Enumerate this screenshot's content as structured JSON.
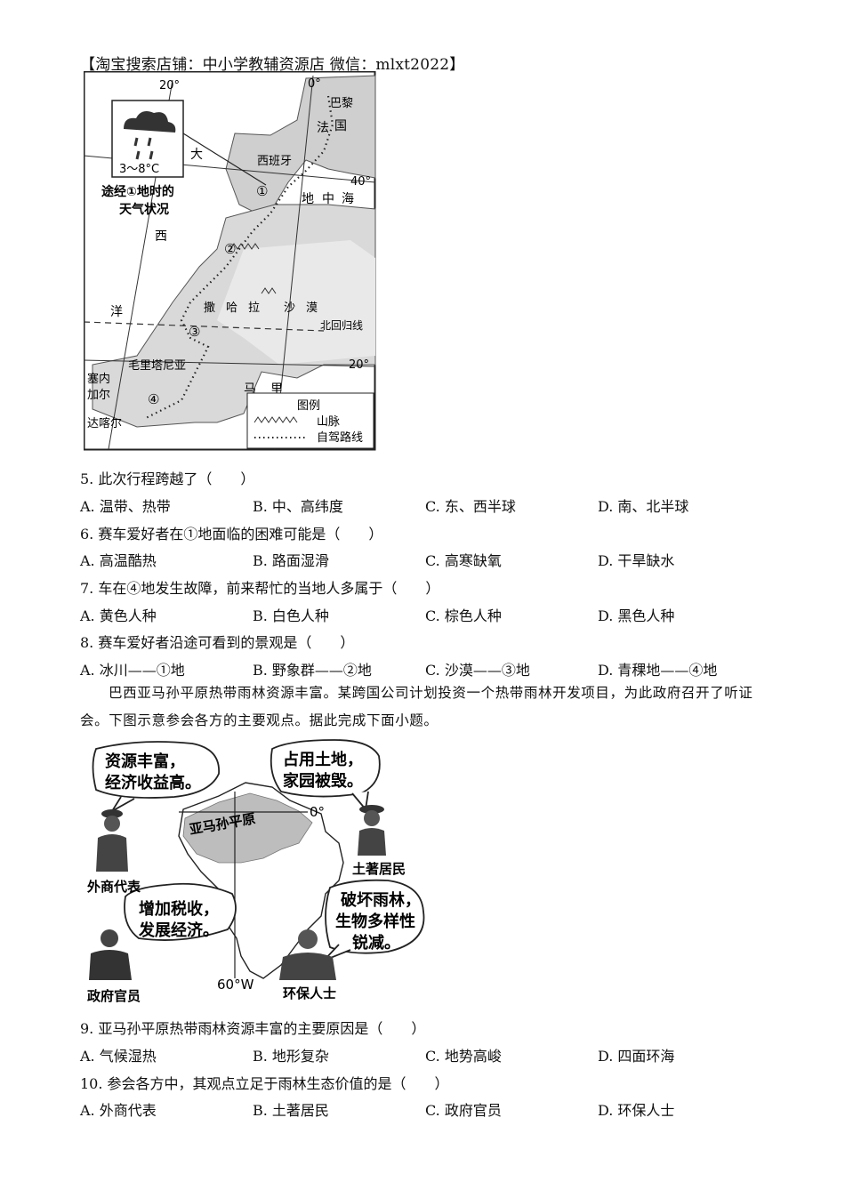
{
  "header": "【淘宝搜索店铺：中小学教辅资源店  微信：mlxt2022】",
  "map1": {
    "lon_labels": [
      "20°",
      "0°",
      "40°",
      "20°"
    ],
    "weather_temp": "3～8°C",
    "weather_caption_line1": "途经①地时的",
    "weather_caption_line2": "天气状况",
    "ocean_chars": [
      "大",
      "西",
      "洋"
    ],
    "places": {
      "paris": "巴黎",
      "france_1": "法",
      "france_2": "国",
      "spain": "西班牙",
      "mediterranean_1": "地",
      "mediterranean_2": "中",
      "mediterranean_3": "海",
      "sahara": [
        "撒",
        "哈",
        "拉",
        "沙",
        "漠"
      ],
      "tropic": "北回归线",
      "mauritania": "毛里塔尼亚",
      "senegal_1": "塞内",
      "senegal_2": "加尔",
      "dakar": "达喀尔",
      "mali_1": "马",
      "mali_2": "里"
    },
    "markers": [
      "①",
      "②",
      "③",
      "④"
    ],
    "legend_title": "图例",
    "legend_mountain": "山脉",
    "legend_route": "自驾路线"
  },
  "questions": [
    {
      "stem": "5. 此次行程跨越了（　　）",
      "options": [
        "A. 温带、热带",
        "B. 中、高纬度",
        "C. 东、西半球",
        "D. 南、北半球"
      ]
    },
    {
      "stem": "6. 赛车爱好者在①地面临的困难可能是（　　）",
      "options": [
        "A. 高温酷热",
        "B. 路面湿滑",
        "C. 高寒缺氧",
        "D. 干旱缺水"
      ]
    },
    {
      "stem": "7. 车在④地发生故障，前来帮忙的当地人多属于（　　）",
      "options": [
        "A. 黄色人种",
        "B. 白色人种",
        "C. 棕色人种",
        "D. 黑色人种"
      ]
    },
    {
      "stem": "8. 赛车爱好者沿途可看到的景观是（　　）",
      "options": [
        "A. 冰川——①地",
        "B. 野象群——②地",
        "C. 沙漠——③地",
        "D. 青稞地——④地"
      ]
    }
  ],
  "intro": "巴西亚马孙平原热带雨林资源丰富。某跨国公司计划投资一个热带雨林开发项目，为此政府召开了听证会。下图示意参会各方的主要观点。据此完成下面小题。",
  "map2": {
    "bubble_foreign_1": "资源丰富，",
    "bubble_foreign_2": "经济收益高。",
    "bubble_native_1": "占用土地，",
    "bubble_native_2": "家园被毁。",
    "bubble_gov_1": "增加税收，",
    "bubble_gov_2": "发展经济。",
    "bubble_env_1": "破坏雨林，",
    "bubble_env_2": "生物多样性",
    "bubble_env_3": "锐减。",
    "plain": "亚马孙平原",
    "equator": "0°",
    "meridian": "60°W",
    "label_foreign": "外商代表",
    "label_native": "土著居民",
    "label_gov": "政府官员",
    "label_env": "环保人士"
  },
  "questions2": [
    {
      "stem": "9. 亚马孙平原热带雨林资源丰富的主要原因是（　　）",
      "options": [
        "A. 气候湿热",
        "B. 地形复杂",
        "C. 地势高峻",
        "D. 四面环海"
      ]
    },
    {
      "stem": "10. 参会各方中，其观点立足于雨林生态价值的是（　　）",
      "options": [
        "A. 外商代表",
        "B. 土著居民",
        "C. 政府官员",
        "D. 环保人士"
      ]
    }
  ]
}
